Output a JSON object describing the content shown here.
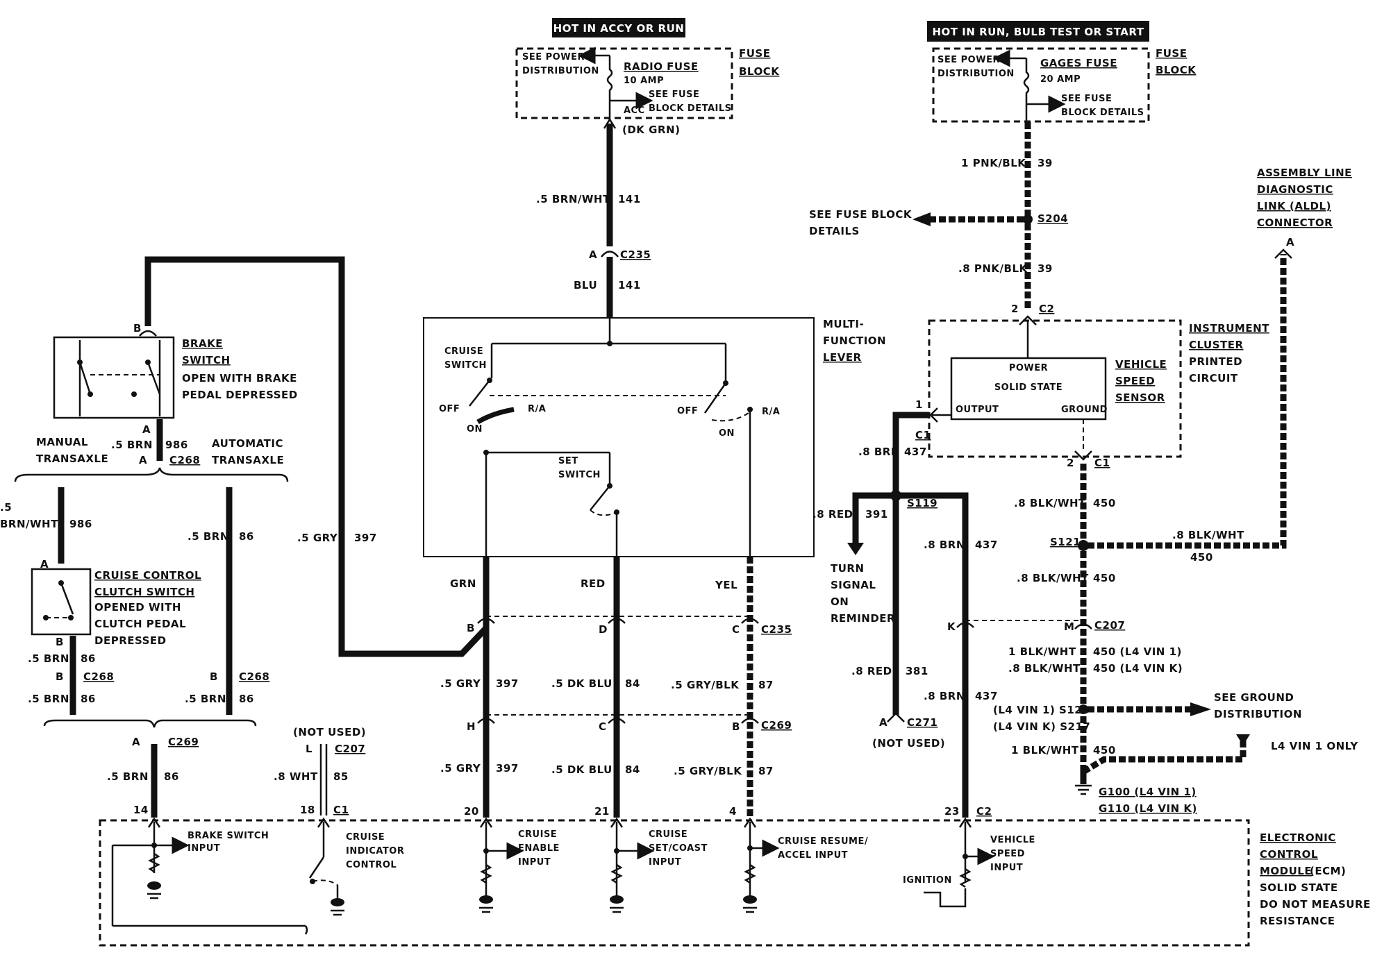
{
  "banners": {
    "accy_run": "HOT IN ACCY OR RUN",
    "run_bulb": "HOT IN RUN, BULB TEST OR START"
  },
  "fuse_left": {
    "see_power": "SEE POWER",
    "distribution": "DISTRIBUTION",
    "fuse_name": "RADIO FUSE",
    "amp": "10 AMP",
    "see_fuse": "SEE FUSE",
    "block_details": "BLOCK DETAILS",
    "acc": "ACC",
    "fuse": "FUSE",
    "block": "BLOCK",
    "wire_color": "(DK GRN)"
  },
  "fuse_right": {
    "see_power": "SEE POWER",
    "distribution": "DISTRIBUTION",
    "fuse_name": "GAGES FUSE",
    "amp": "20 AMP",
    "see_fuse": "SEE FUSE",
    "block_details": "BLOCK DETAILS",
    "fuse": "FUSE",
    "block": "BLOCK"
  },
  "wires": {
    "brn_wht_141": ".5 BRN/WHT",
    "n141": "141",
    "blu": "BLU",
    "n141b": "141",
    "pnk_blk_1": "1 PNK/BLK",
    "n39a": "39",
    "pnk_blk_8": ".8 PNK/BLK",
    "n39b": "39",
    "brn_986": ".5 BRN",
    "n986": "986",
    "brn_wht_5": ".5",
    "brn_wht_986": "BRN/WHT",
    "n986b": "986",
    "brn_86a": ".5 BRN",
    "n86a": "86",
    "gry_397_top": ".5 GRY",
    "n397_top": "397",
    "brn_86b": ".5 BRN",
    "n86b": "86",
    "brn_86c": ".5 BRN",
    "n86c": "86",
    "brn_86d": ".5 BRN",
    "n86d": "86",
    "brn_86e": ".5 BRN",
    "n86e": "86",
    "wht_85": ".8 WHT",
    "n85": "85",
    "grn": "GRN",
    "red": "RED",
    "yel": "YEL",
    "gry_397_a": ".5 GRY",
    "n397_a": "397",
    "dkblu_84_a": ".5 DK BLU",
    "n84_a": "84",
    "grybk_87_a": ".5 GRY/BLK",
    "n87_a": "87",
    "gry_397_b": ".5 GRY",
    "n397_b": "397",
    "dkblu_84_b": ".5 DK BLU",
    "n84_b": "84",
    "grybk_87_b": ".5 GRY/BLK",
    "n87_b": "87",
    "brn_437_a": ".8 BRN",
    "n437_a": "437",
    "red_391": ".8 RED",
    "n391": "391",
    "brn_437_b": ".8 BRN",
    "n437_b": "437",
    "red_381": ".8 RED",
    "n381": "381",
    "brn_437_c": ".8 BRN",
    "n437_c": "437",
    "blkwht_450_a": ".8 BLK/WHT",
    "n450_a": "450",
    "blkwht_450_b": ".8 BLK/WHT",
    "n450_b": "450",
    "blkwht_450_aldl": ".8 BLK/WHT",
    "n450_aldl": "450",
    "blkwht_1_vin1": "1 BLK/WHT",
    "n450_vin1": "450 (L4 VIN 1)",
    "blkwht_8_vink": ".8 BLK/WHT",
    "n450_vink": "450 (L4 VIN K)",
    "blkwht_1_g": "1 BLK/WHT",
    "n450_g": "450"
  },
  "connectors": {
    "c235_a": "A",
    "c235": "C235",
    "c268_a": "A",
    "c268": "C268",
    "c268_b1": "B",
    "c268_1": "C268",
    "c268_b2": "B",
    "c268_2": "C268",
    "c269_a": "A",
    "c269": "C269",
    "c207_l": "L",
    "c207": "C207",
    "c1_18": "18",
    "c1_18n": "C1",
    "pin14": "14",
    "pin20": "20",
    "pin21": "21",
    "pin4": "4",
    "c235_b": "B",
    "c235_d": "D",
    "c235_c": "C",
    "c235_r": "C235",
    "c269_h": "H",
    "c269_c": "C",
    "c269_b": "B",
    "c269_r": "C269",
    "c2_2": "2",
    "c2": "C2",
    "c1_1": "1",
    "c1": "C1",
    "c1_2": "2",
    "c1b": "C1",
    "c271_a": "A",
    "c271": "C271",
    "c207_k": "K",
    "c207_m": "M",
    "c207b": "C207",
    "c2_23": "23",
    "c2b": "C2",
    "brake_b": "B",
    "brake_a": "A",
    "clutch_a": "A",
    "clutch_b": "B",
    "aldl_a": "A"
  },
  "splices": {
    "s204": "S204",
    "s119": "S119",
    "s121": "S121",
    "s123": "(L4 VIN 1) S123",
    "s217": "(L4 VIN K) S217",
    "g100": "G100 (L4 VIN 1)",
    "g110": "G110 (L4 VIN K)"
  },
  "components": {
    "brake_switch": "BRAKE",
    "brake_switch2": "SWITCH",
    "brake_open": "OPEN WITH BRAKE",
    "brake_pedal": "PEDAL DEPRESSED",
    "manual": "MANUAL",
    "manual2": "TRANSAXLE",
    "automatic": "AUTOMATIC",
    "automatic2": "TRANSAXLE",
    "cruise_clutch": "CRUISE CONTROL",
    "cruise_clutch2": "CLUTCH SWITCH",
    "opened_with": "OPENED WITH",
    "clutch_pedal": "CLUTCH PEDAL",
    "depressed": "DEPRESSED",
    "not_used_top": "(NOT USED)",
    "multi": "MULTI-",
    "function": "FUNCTION",
    "lever": "LEVER",
    "cruise_sw": "CRUISE",
    "cruise_sw2": "SWITCH",
    "off1": "OFF",
    "ra1": "R/A",
    "on1": "ON",
    "off2": "OFF",
    "ra2": "R/A",
    "on2": "ON",
    "set": "SET",
    "set2": "SWITCH",
    "see_fuse_block": "SEE FUSE BLOCK",
    "details": "DETAILS",
    "power": "POWER",
    "solid_state": "SOLID STATE",
    "output": "OUTPUT",
    "ground": "GROUND",
    "vss1": "VEHICLE",
    "vss2": "SPEED",
    "vss3": "SENSOR",
    "ic1": "INSTRUMENT",
    "ic2": "CLUSTER",
    "ic3": "PRINTED",
    "ic4": "CIRCUIT",
    "aldl1": "ASSEMBLY LINE",
    "aldl2": "DIAGNOSTIC",
    "aldl3": "LINK (ALDL)",
    "aldl4": "CONNECTOR",
    "turn1": "TURN",
    "turn2": "SIGNAL",
    "turn3": "ON",
    "turn4": "REMINDER",
    "not_used_c271": "(NOT USED)",
    "see_ground": "SEE GROUND",
    "distribution": "DISTRIBUTION",
    "l4_only": "L4 VIN 1 ONLY"
  },
  "ecm": {
    "brake_input": "BRAKE SWITCH",
    "brake_input2": "INPUT",
    "cruise_ind": "CRUISE",
    "cruise_ind2": "INDICATOR",
    "cruise_ind3": "CONTROL",
    "cruise_en": "CRUISE",
    "cruise_en2": "ENABLE",
    "cruise_en3": "INPUT",
    "set_coast": "CRUISE",
    "set_coast2": "SET/COAST",
    "set_coast3": "INPUT",
    "resume": "CRUISE RESUME/",
    "resume2": "ACCEL INPUT",
    "vss_in": "VEHICLE",
    "vss_in2": "SPEED",
    "vss_in3": "INPUT",
    "ignition": "IGNITION",
    "ecm1": "ELECTRONIC",
    "ecm2": "CONTROL",
    "ecm3": "MODULE",
    "ecm3b": "(ECM)",
    "ecm4": "SOLID STATE",
    "ecm5": "DO NOT MEASURE",
    "ecm6": "RESISTANCE"
  }
}
